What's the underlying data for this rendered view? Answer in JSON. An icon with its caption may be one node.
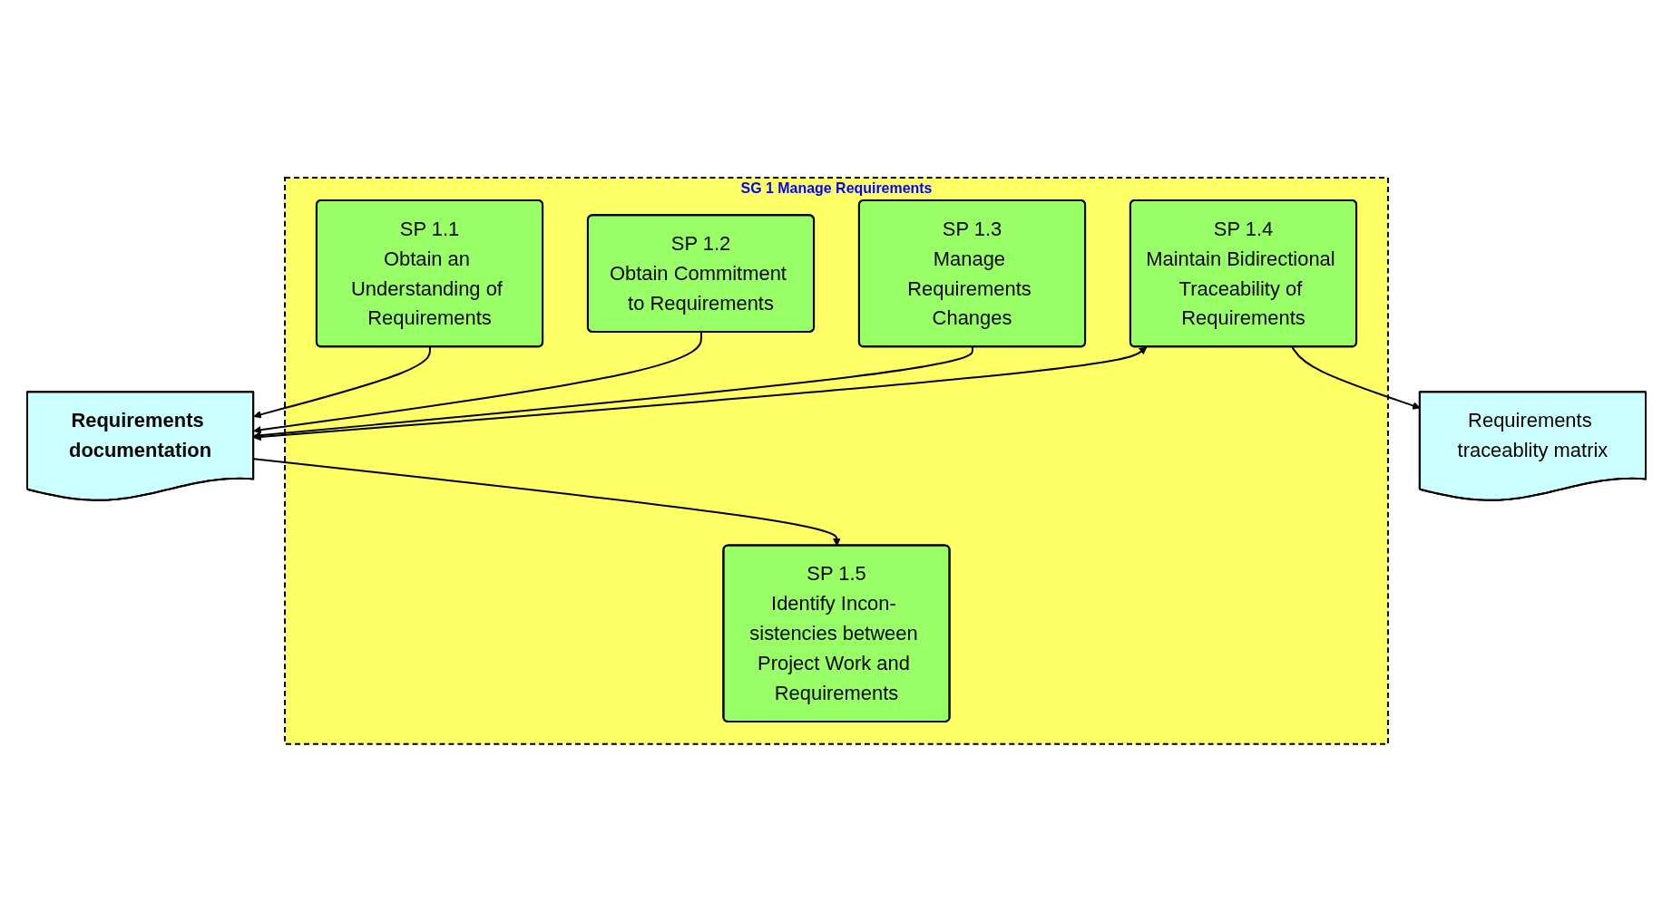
{
  "diagram": {
    "nodes": [
      {
        "text": [
          "SG 1 Manage Requirements"
        ]
      },
      {
        "text": [
          "SP 1.1",
          "Obtain an Understanding of Requirements"
        ],
        "in": 0
      },
      {
        "text": [
          "SP 1.2",
          "Obtain Commitment to Requirements"
        ],
        "in": 0
      },
      {
        "text": [
          "SP 1.3",
          "Manage Requirements Changes"
        ],
        "in": 0
      },
      {
        "text": [
          "SP 1.4",
          "Maintain Bidirectional Traceability of Requirements"
        ],
        "in": 0
      },
      {
        "text": [
          "SP 1.5",
          "Identify Incon- sistencies between Project Work and Requirements"
        ],
        "in": 0
      },
      {
        "text": [
          "Requirements traceablity matrix"
        ]
      },
      {
        "text": [
          "Requirements documentation"
        ]
      }
    ],
    "edges": [
      {
        "from": 1,
        "to": 7,
        "arrow": "to"
      },
      {
        "from": 2,
        "to": 7,
        "arrow": "to"
      },
      {
        "from": 3,
        "to": 7,
        "arrow": "to"
      },
      {
        "from": 4,
        "to": 7,
        "arrow": "both"
      },
      {
        "from": 7,
        "to": 5,
        "arrow": "to"
      },
      {
        "from": 4,
        "to": 6,
        "arrow": "to"
      }
    ]
  }
}
